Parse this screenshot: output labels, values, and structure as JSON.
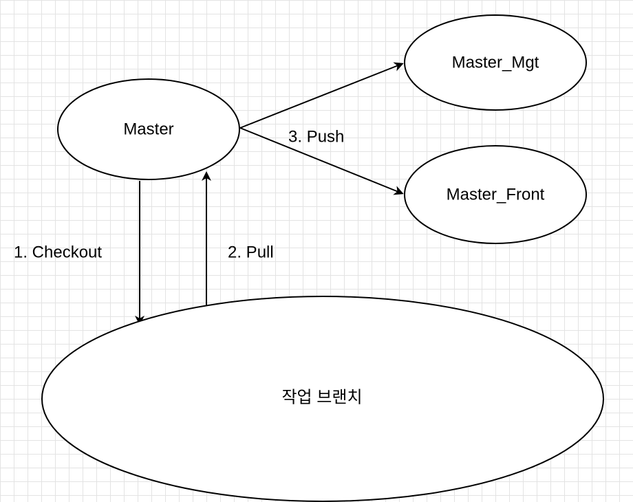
{
  "nodes": {
    "master": {
      "label": "Master"
    },
    "master_mgt": {
      "label": "Master_Mgt"
    },
    "master_front": {
      "label": "Master_Front"
    },
    "work_branch": {
      "label": "작업 브랜치"
    }
  },
  "edges": {
    "checkout": {
      "label": "1. Checkout",
      "from": "Master",
      "to": "작업 브랜치"
    },
    "pull": {
      "label": "2. Pull",
      "from": "작업 브랜치",
      "to": "Master"
    },
    "push": {
      "label": "3. Push",
      "from": "Master",
      "to": [
        "Master_Mgt",
        "Master_Front"
      ]
    }
  },
  "colors": {
    "stroke": "#000000",
    "fill": "#ffffff",
    "grid": "#e3e3e3"
  }
}
